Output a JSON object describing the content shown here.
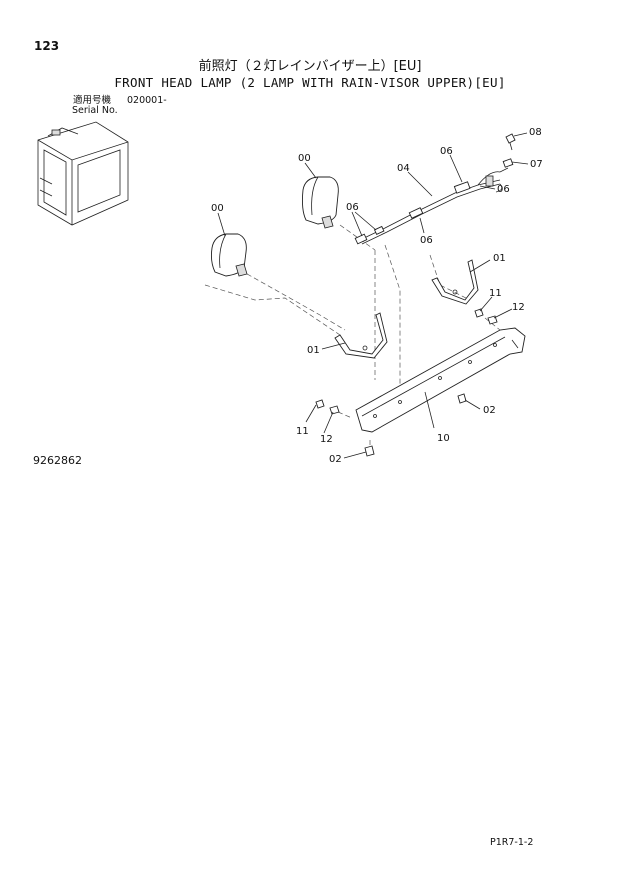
{
  "page": {
    "number": "123",
    "title_jp": "前照灯（２灯レインバイザー上）[EU]",
    "title_en": "FRONT HEAD LAMP (2 LAMP WITH RAIN-VISOR UPPER)[EU]",
    "serial_label_jp": "適用号機",
    "serial_label_en": "Serial No.",
    "serial_value": "020001-",
    "part_number": "9262862",
    "sheet_ref": "P1R7-1-2"
  },
  "callouts": [
    {
      "id": "c-08",
      "label": "08"
    },
    {
      "id": "c-07",
      "label": "07"
    },
    {
      "id": "c-06a",
      "label": "06"
    },
    {
      "id": "c-06b",
      "label": "06"
    },
    {
      "id": "c-06c",
      "label": "06"
    },
    {
      "id": "c-06d",
      "label": "06"
    },
    {
      "id": "c-04",
      "label": "04"
    },
    {
      "id": "c-00a",
      "label": "00"
    },
    {
      "id": "c-00b",
      "label": "00"
    },
    {
      "id": "c-01a",
      "label": "01"
    },
    {
      "id": "c-01b",
      "label": "01"
    },
    {
      "id": "c-11a",
      "label": "11"
    },
    {
      "id": "c-12a",
      "label": "12"
    },
    {
      "id": "c-11b",
      "label": "11"
    },
    {
      "id": "c-12b",
      "label": "12"
    },
    {
      "id": "c-10",
      "label": "10"
    },
    {
      "id": "c-02a",
      "label": "02"
    },
    {
      "id": "c-02b",
      "label": "02"
    }
  ]
}
